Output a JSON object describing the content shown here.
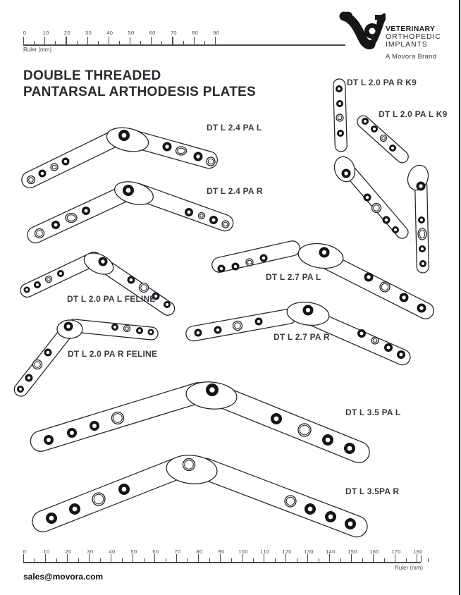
{
  "logo": {
    "line1": "VETERINARY",
    "line2": "ORTHOPEDIC",
    "line3": "IMPLANTS",
    "tagline": "A Movora Brand"
  },
  "title": {
    "line1": "DOUBLE THREADED",
    "line2": "PANTARSAL ARTHODESIS PLATES"
  },
  "rulers": {
    "top": {
      "label": "Ruler (mm)",
      "tick_labels": [
        "0",
        "10",
        "20",
        "30",
        "40",
        "50",
        "60",
        "70",
        "80",
        "90"
      ]
    },
    "bottom": {
      "label": "Ruler (mm)",
      "tick_labels": [
        "0",
        "10",
        "20",
        "30",
        "40",
        "50",
        "60",
        "70",
        "80",
        "90",
        "100",
        "110",
        "120",
        "130",
        "140",
        "150",
        "160",
        "170",
        "180"
      ]
    }
  },
  "plates": [
    {
      "label": "DT L 2.4 PA L"
    },
    {
      "label": "DT L 2.4 PA R"
    },
    {
      "label": "DT L 2.0 PA R K9"
    },
    {
      "label": "DT L 2.0 PA L K9"
    },
    {
      "label": "DT L 2.0 PA L FELINE"
    },
    {
      "label": "DT L 2.0 PA R FELINE"
    },
    {
      "label": "DT L 2.7 PA L"
    },
    {
      "label": "DT L 2.7 PA R"
    },
    {
      "label": "DT L 3.5 PA L"
    },
    {
      "label": "DT L 3.5PA R"
    }
  ],
  "footer": {
    "email": "sales@movora.com"
  },
  "colors": {
    "ink": "#1f2125",
    "label_text": "#353b43",
    "ruler": "#4a4a4a"
  }
}
